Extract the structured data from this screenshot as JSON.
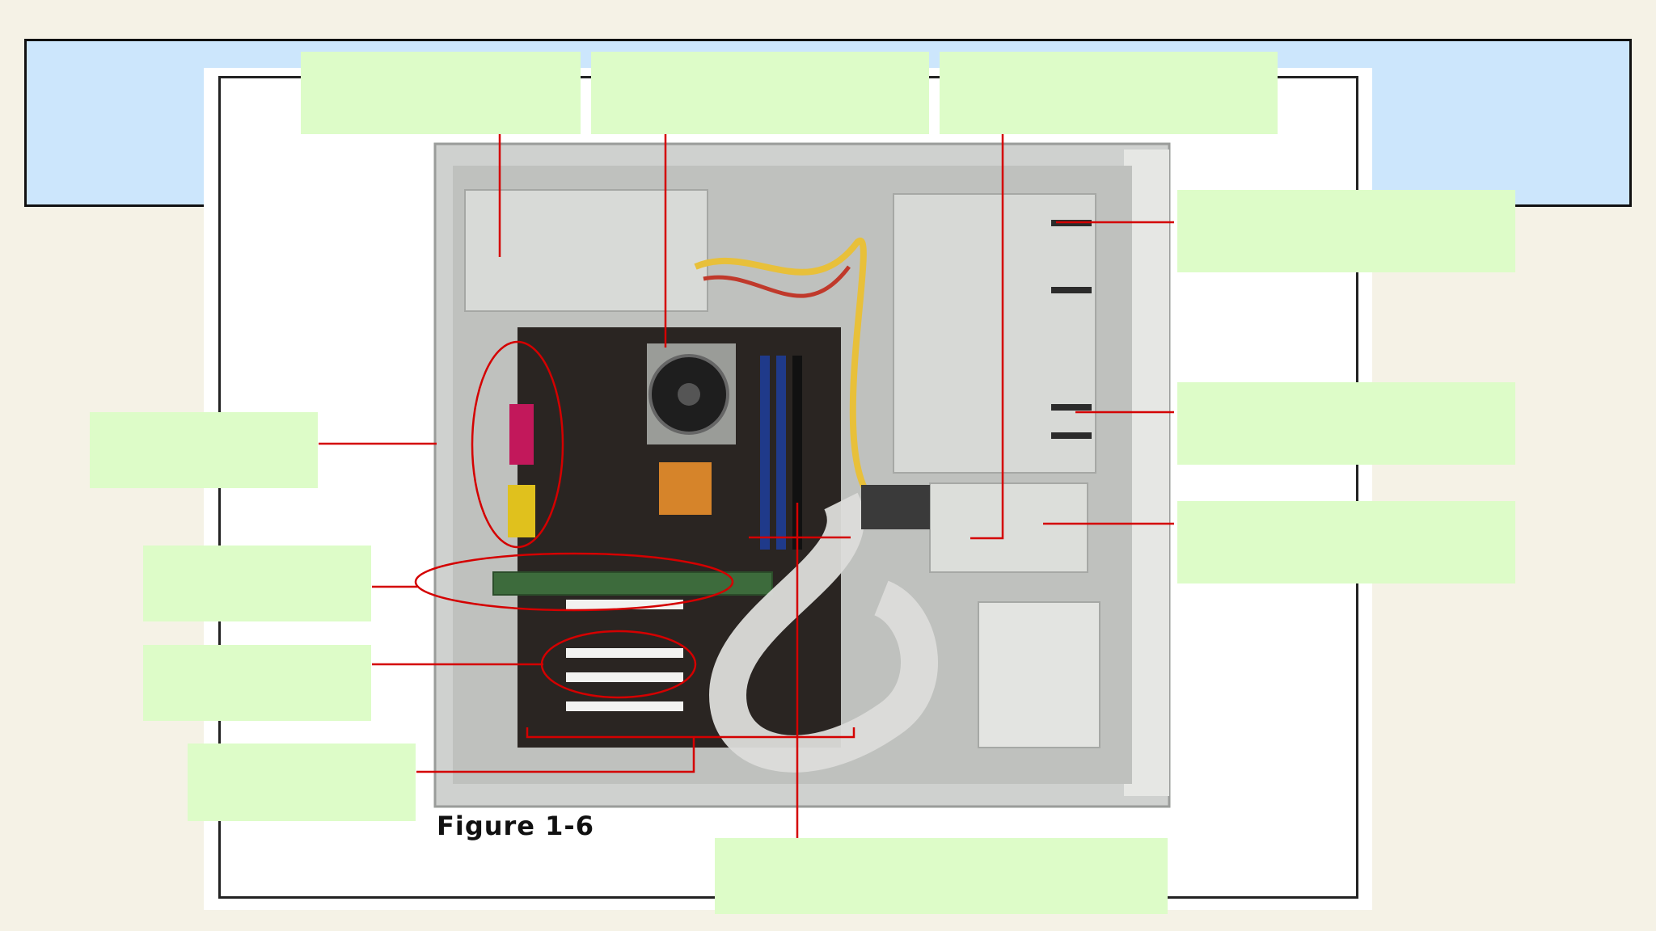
{
  "figure": {
    "caption": "Figure 1-6"
  },
  "colors": {
    "background": "#f5f2e6",
    "title_band": "#cce6fc",
    "label_fill": "#ddfcc8",
    "callout_red": "#d40000",
    "board": "#2a2522",
    "case_metal": "#c9cbc9"
  },
  "labels": [
    {
      "id": "power-supply",
      "text": ""
    },
    {
      "id": "cpu-fan",
      "text": ""
    },
    {
      "id": "drive-bay",
      "text": ""
    },
    {
      "id": "optical-drive-bay",
      "text": ""
    },
    {
      "id": "hard-drive-bay",
      "text": ""
    },
    {
      "id": "floppy-drive",
      "text": ""
    },
    {
      "id": "ports",
      "text": ""
    },
    {
      "id": "video-card",
      "text": ""
    },
    {
      "id": "pci-slots",
      "text": ""
    },
    {
      "id": "motherboard",
      "text": ""
    },
    {
      "id": "ribbon-cables",
      "text": ""
    }
  ]
}
